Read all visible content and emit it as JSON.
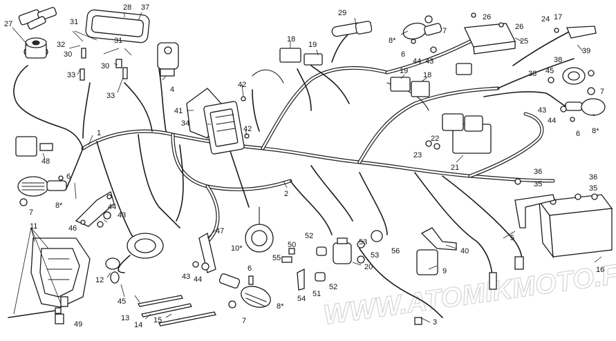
{
  "watermark": "WWW.ATOMIKMOTO.FR",
  "callouts": {
    "c1": "1",
    "c2": "2",
    "c3": "3",
    "c4": "4",
    "c5": "5",
    "c6a": "6",
    "c6b": "6",
    "c6c": "6",
    "c6d": "6",
    "c7a": "7",
    "c7b": "7",
    "c7c": "7",
    "c7d": "7",
    "c8a": "8*",
    "c8b": "8*",
    "c8c": "8*",
    "c8d": "8*",
    "c9": "9",
    "c10": "10*",
    "c11": "11",
    "c12": "12",
    "c13": "13",
    "c14": "14",
    "c15": "15",
    "c16": "16",
    "c17": "17",
    "c18a": "18",
    "c18b": "18",
    "c19a": "19",
    "c19b": "19",
    "c20": "20",
    "c21": "21",
    "c22": "22",
    "c23": "23",
    "c24": "24",
    "c25": "25",
    "c26a": "26",
    "c26b": "26",
    "c27": "27",
    "c28": "28",
    "c29": "29",
    "c30a": "30",
    "c30b": "30",
    "c31a": "31",
    "c31b": "31",
    "c32": "32",
    "c33a": "33",
    "c33b": "33",
    "c34": "34",
    "c35a": "35",
    "c35b": "35",
    "c36a": "36",
    "c36b": "36",
    "c37": "37",
    "c38a": "38",
    "c38b": "38",
    "c39": "39",
    "c40": "40",
    "c41": "41",
    "c42a": "42",
    "c42b": "42",
    "c43a": "43",
    "c43b": "43",
    "c43c": "43",
    "c43d": "43",
    "c44a": "44",
    "c44b": "44",
    "c44c": "44",
    "c44d": "44",
    "c45a": "45",
    "c45b": "45",
    "c46": "46",
    "c47": "47",
    "c48": "48",
    "c49": "49",
    "c50": "50",
    "c51": "51",
    "c52a": "52",
    "c52b": "52",
    "c53a": "53",
    "c53b": "53",
    "c54": "54",
    "c55": "55",
    "c56": "56"
  }
}
